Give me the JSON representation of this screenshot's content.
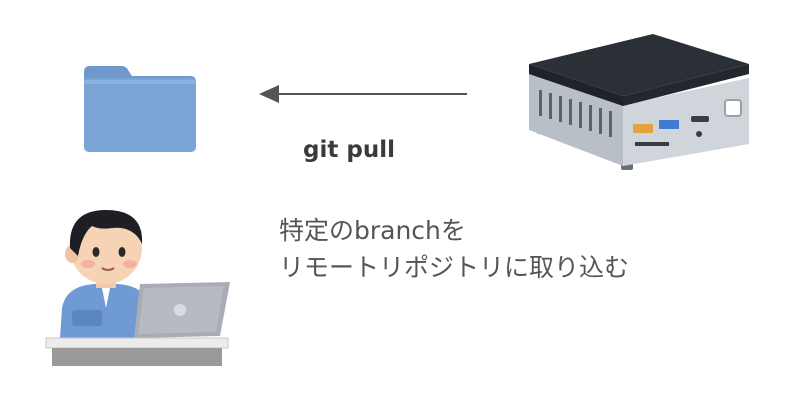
{
  "diagram": {
    "command_label": "git pull",
    "description_lines": [
      "特定のbranchを",
      "リモートリポジトリに取り込む"
    ]
  },
  "icons": {
    "local": "folder-icon",
    "remote": "server-box-icon",
    "user": "person-at-laptop-icon",
    "direction": "arrow-left-icon"
  },
  "colors": {
    "folder": "#7aa3d6",
    "server_top": "#2b2f36",
    "server_body": "#c3c8cf",
    "arrow": "#555555",
    "text": "#3a3a3a"
  }
}
